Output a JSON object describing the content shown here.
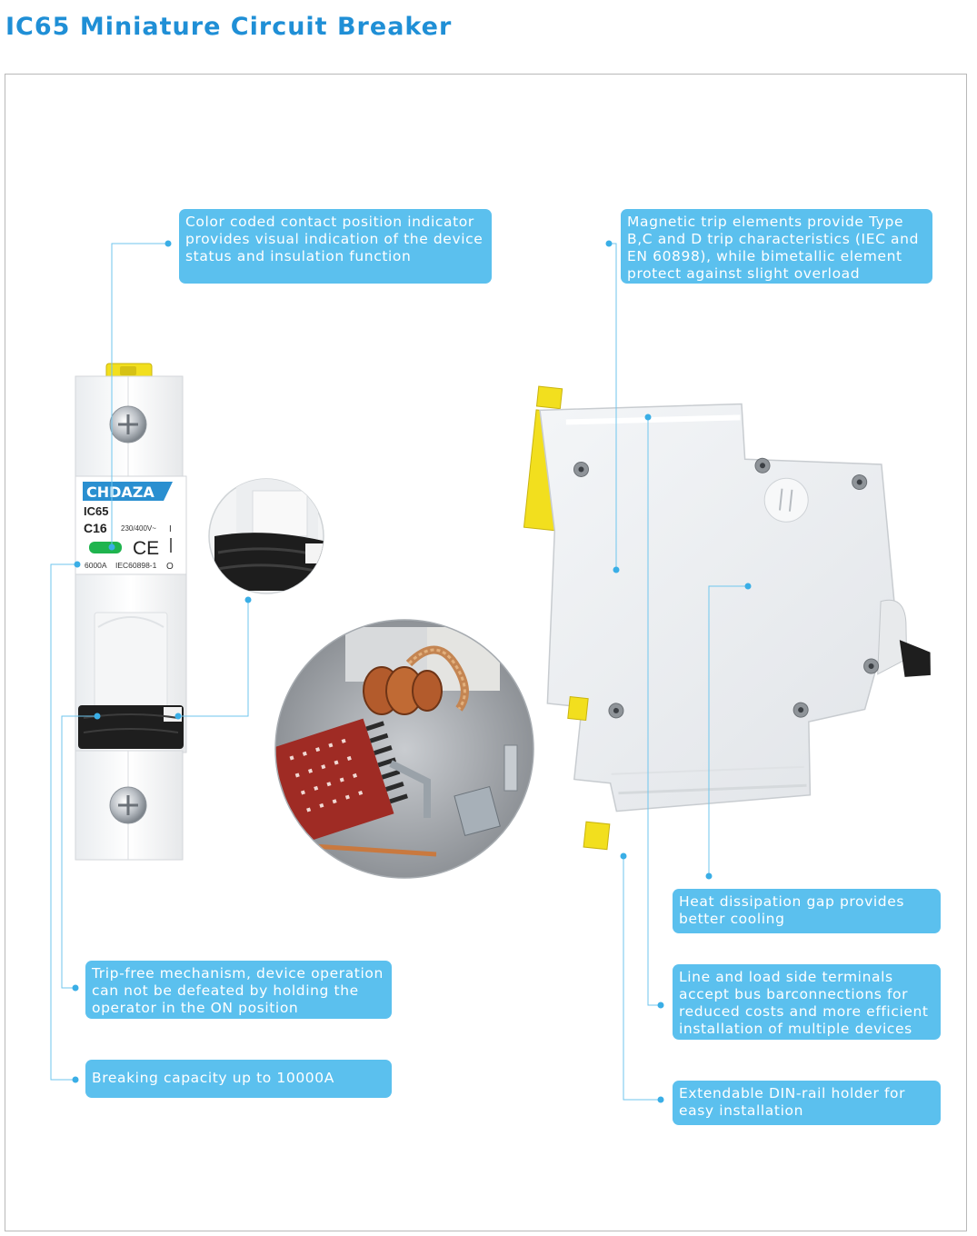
{
  "page": {
    "title": "IC65 Miniature Circuit Breaker"
  },
  "callouts": {
    "indicator": "Color coded contact position indicator provides visual indication of the device status and insulation function",
    "magnetic": "Magnetic trip elements provide Type B,C and D trip characteristics (IEC and EN 60898), while bimetallic element protect against slight overload",
    "heat": "Heat dissipation gap provides better cooling",
    "terminals": "Line and load side terminals accept bus barconnections for reduced costs and more efficient installation of multiple devices",
    "din": "Extendable DIN-rail holder for easy installation",
    "tripfree": "Trip-free mechanism, device operation can not be defeated by holding the operator in the ON position",
    "breaking": "Breaking capacity up to 10000A"
  },
  "device": {
    "brand": "CHDAZA",
    "model": "IC65",
    "rating": "C16",
    "voltage": "230/400V~",
    "capacity": "6000A",
    "standard": "IEC60898-1",
    "ce": "CE",
    "on_symbol": "I",
    "off_symbol": "O"
  },
  "colors": {
    "accent": "#5bc0ee",
    "title": "#1f8fd6",
    "din_yellow": "#f2df1e",
    "toggle": "#1e1e1e",
    "indicator_green": "#1fb44e"
  }
}
